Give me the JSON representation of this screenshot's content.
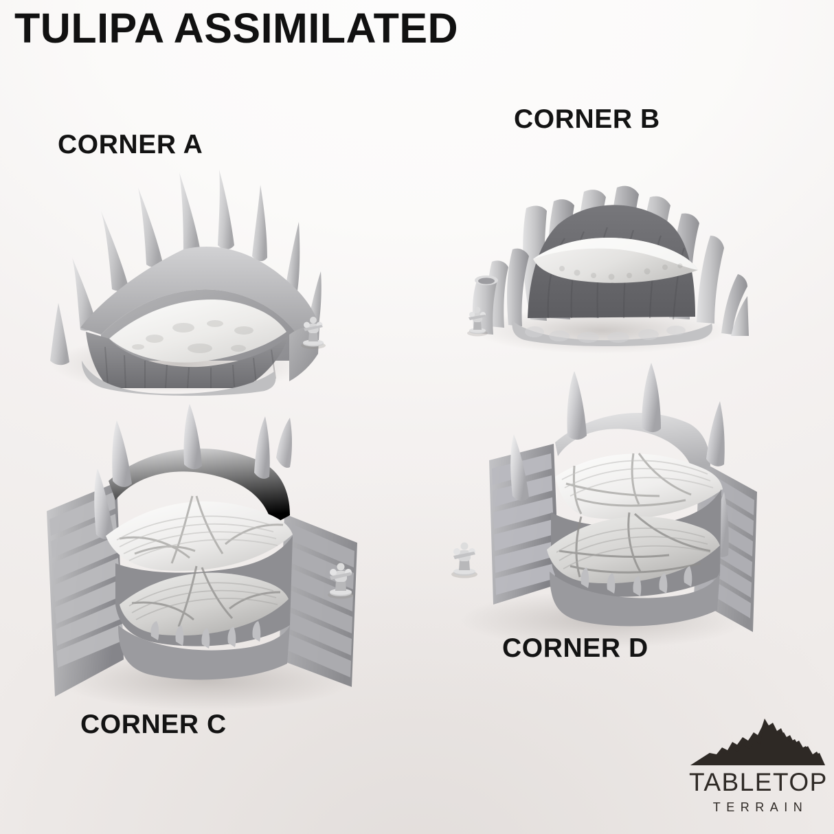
{
  "page": {
    "title": "TULIPA ASSIMILATED",
    "background_top_color": "#fdfcfc",
    "background_bottom_color": "#efebe9",
    "text_color": "#111111"
  },
  "models": [
    {
      "id": "a",
      "label": "CORNER A",
      "description": "L-shaped corner wall piece with tall curved horn spikes along the top rim and an organic textured upper platform",
      "scale_figure": "space-marine-miniature"
    },
    {
      "id": "b",
      "label": "CORNER B",
      "description": "Corner piece formed of vertical tube-like organic pillars with a ridged membrane platform spanning the interior",
      "scale_figure": "space-marine-miniature"
    },
    {
      "id": "c",
      "label": "CORNER C",
      "description": "Two-tier corner piece with webbed membrane floors, rib-textured walls and large horn spikes on the crest",
      "scale_figure": "space-marine-miniature"
    },
    {
      "id": "d",
      "label": "CORNER D",
      "description": "Mirrored two-tier corner piece with webbed membrane floors, rib-textured walls and horn spikes",
      "scale_figure": "space-marine-miniature"
    }
  ],
  "logo": {
    "mark": "mountain-icon",
    "word": "TABLETOP",
    "sub": "TERRAIN",
    "color": "#2e2925"
  },
  "palette": {
    "resin_light": "#e2e2e3",
    "resin_mid": "#c3c3c5",
    "resin_dark": "#8f8f92",
    "resin_shadow": "#6e6e72",
    "membrane": "#f2f1f0",
    "shadow": "rgba(150,143,139,0.30)"
  }
}
